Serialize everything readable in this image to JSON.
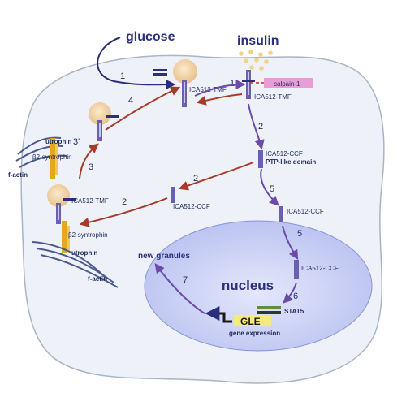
{
  "colors": {
    "cell_fill": "#eef2f8",
    "cell_stroke": "#a9b4c4",
    "nucleus_fill": "#c7cdf5",
    "nucleus_stroke": "#8a94d9",
    "title_text": "#2b2f80",
    "granule": "#f3d4a8",
    "arrow_purple": "#6b4aa8",
    "arrow_red": "#a83a2a",
    "arrow_navy": "#2a2d7a",
    "utrophin": "#cc2a1a",
    "syntrophin": "#e2a91c",
    "calpain": "#e79ed7",
    "gle_box": "#f3ec7a",
    "stat5_green": "#5f8f3a"
  },
  "labels": {
    "glucose": "glucose",
    "insulin": "insulin",
    "calpain": "calpain-1",
    "nucleus": "nucleus",
    "new_granules": "new granules",
    "gle": "GLE",
    "gene_expression": "gene expression",
    "stat5": "STAT5",
    "tmf_top_left": "ICA512-TMF",
    "tmf_top_right": "ICA512-TMF",
    "tmf_mid_left": "ICA512-TMF",
    "ccf_ptp": "ICA512-CCF",
    "ptp_domain": "PTP-like domain",
    "ccf_mid": "ICA512-CCF",
    "ccf_right": "ICA512-CCF",
    "ccf_nucleus": "ICA512-CCF",
    "utrophin_top": "utrophin",
    "syntrophin_top": "β2-syntrophin",
    "factin_top": "f-actin",
    "syntrophin_bottom": "β2-syntrophin",
    "utrophin_bottom": "utrophin",
    "factin_bottom": "f-actin"
  },
  "steps": {
    "s1_glucose": "1",
    "s1_cleave": "1",
    "s2_down": "2",
    "s2_mid": "2",
    "s2_left": "2",
    "s3": "3",
    "s3p": "3'",
    "s4": "4",
    "s5_first": "5",
    "s5_second": "5",
    "s6": "6",
    "s7": "7"
  }
}
